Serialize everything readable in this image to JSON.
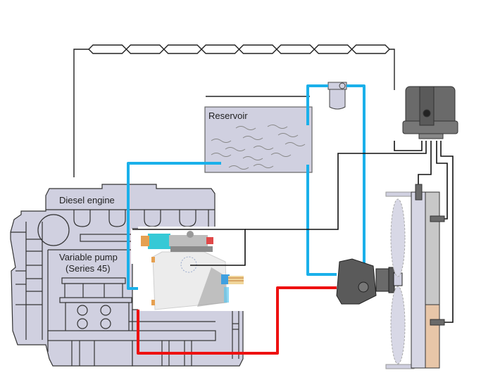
{
  "diagram": {
    "labels": {
      "reservoir": "Reservoir",
      "diesel_engine": "Diesel engine",
      "variable_pump_line1": "Variable pump",
      "variable_pump_line2": "(Series 45)"
    },
    "colors": {
      "suction_line": "#1ab0ea",
      "pressure_line": "#ee1111",
      "signal_wire": "#111111",
      "component_fill": "#d0d0e0",
      "controller_fill": "#6a6a6a",
      "motor_fill": "#5a5a5a",
      "cooler_hot_section": "#e8c6a8",
      "cooler_grey_section": "#c8c8c8"
    },
    "components": [
      {
        "id": "reservoir",
        "name": "Reservoir"
      },
      {
        "id": "filter",
        "name": "Filter"
      },
      {
        "id": "controller",
        "name": "Electronic controller"
      },
      {
        "id": "diesel-engine",
        "name": "Diesel engine"
      },
      {
        "id": "variable-pump",
        "name": "Variable pump (Series 45)"
      },
      {
        "id": "fan-motor",
        "name": "Fan drive motor"
      },
      {
        "id": "fan",
        "name": "Fan"
      },
      {
        "id": "cooler",
        "name": "Cooler / radiator"
      },
      {
        "id": "temperature-sensors",
        "name": "Temperature sensors"
      }
    ]
  }
}
